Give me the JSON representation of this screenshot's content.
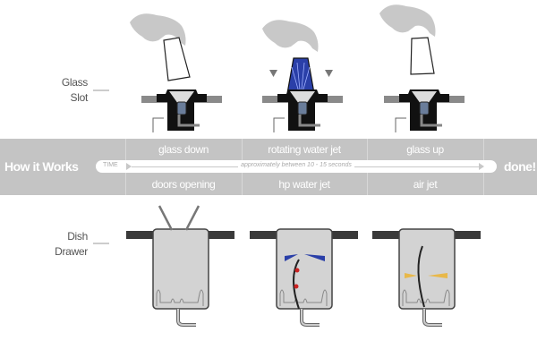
{
  "labels": {
    "glass_slot": [
      "Glass",
      "Slot"
    ],
    "dish_drawer": [
      "Dish",
      "Drawer"
    ]
  },
  "band": {
    "title": "How it Works",
    "end": "done!",
    "timeline_label": "TIME",
    "timeline_note": "approximately  between 10 - 15 seconds",
    "glass_steps": [
      "glass down",
      "rotating water jet",
      "glass up"
    ],
    "dish_steps": [
      "doors opening",
      "hp water jet",
      "air jet"
    ]
  },
  "colors": {
    "band": "#c4c4c4",
    "water_jet": "#2a3fa8",
    "air_jet": "#e8b84a",
    "hand": "#c8c8c8",
    "counter": "#3a3a3a"
  }
}
